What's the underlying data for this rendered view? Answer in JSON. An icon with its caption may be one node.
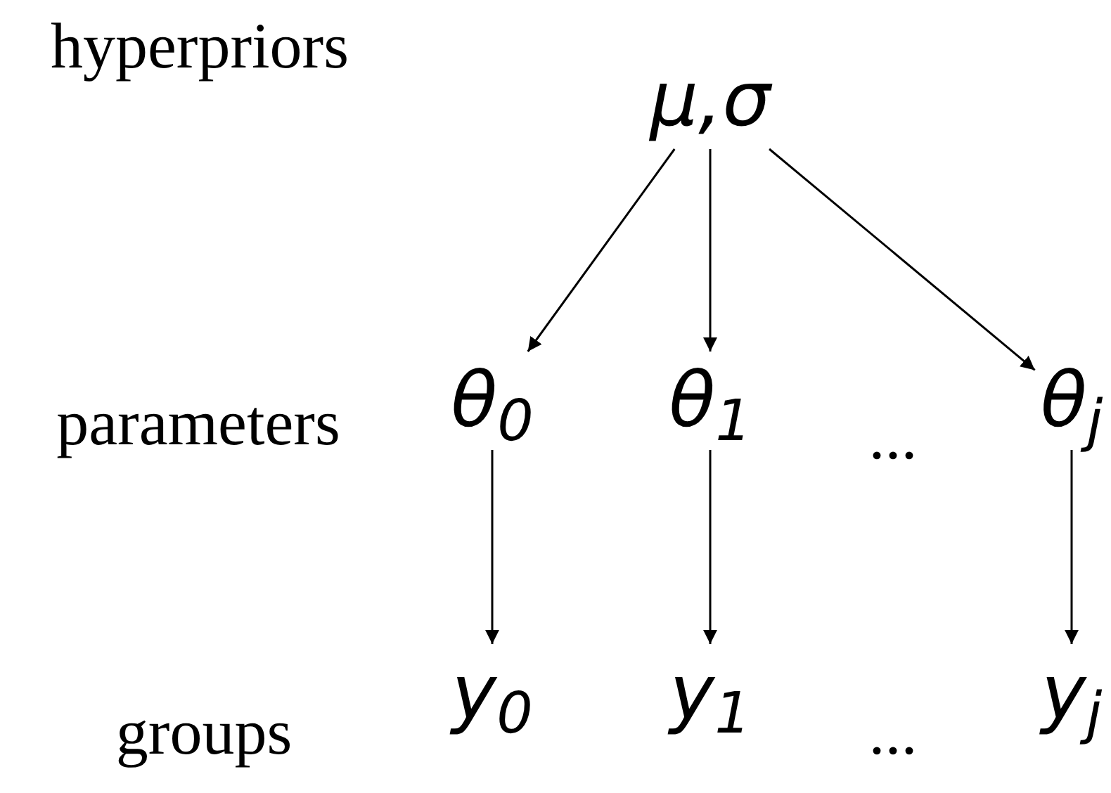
{
  "diagram": {
    "nodes": [
      {
        "text": [
          "μ,σ"
        ]
      },
      {
        "text": [
          "θ$_{0}$"
        ]
      },
      {
        "text": [
          "θ$_{1}$"
        ]
      },
      {
        "text": [
          "θ$_{j}$"
        ]
      },
      {
        "text": [
          "y$_{0}$"
        ]
      },
      {
        "text": [
          "y$_{1}$"
        ]
      },
      {
        "text": [
          "y$_{j}$"
        ]
      }
    ],
    "edges": [
      {
        "from": 0,
        "to": 1,
        "arrow": "to"
      },
      {
        "from": 0,
        "to": 2,
        "arrow": "to"
      },
      {
        "from": 0,
        "to": 3,
        "arrow": "to"
      },
      {
        "from": 1,
        "to": 4,
        "arrow": "to"
      },
      {
        "from": 2,
        "to": 5,
        "arrow": "to"
      },
      {
        "from": 3,
        "to": 6,
        "arrow": "to"
      }
    ],
    "labels": [
      "hyperpriors",
      "parameters",
      "...",
      "groups",
      "..."
    ]
  }
}
